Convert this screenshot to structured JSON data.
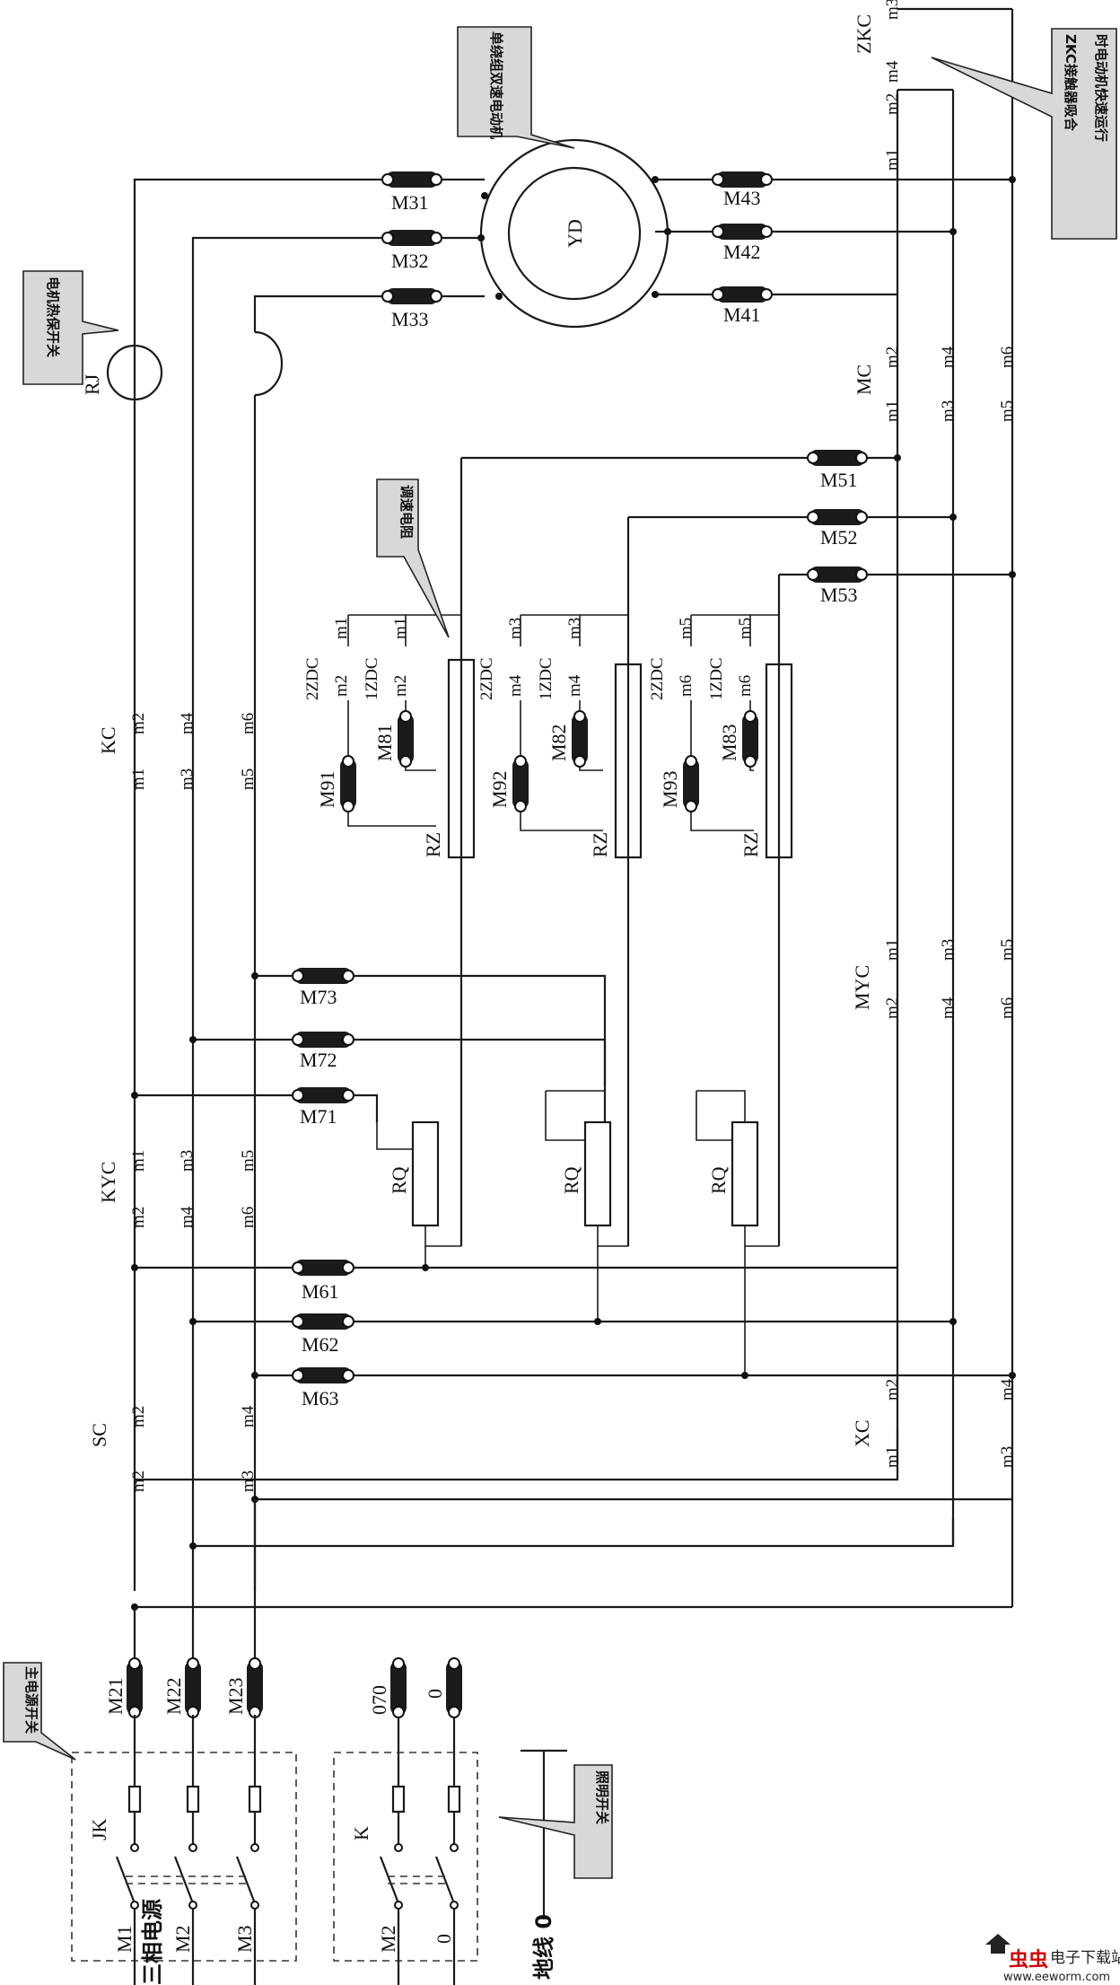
{
  "motor": {
    "label": "YD"
  },
  "callouts": {
    "motor": "单绕组双速电动机",
    "thermal": "电机热保开关",
    "resistor": "调速电阻",
    "zkc": "ZKC接触器吸合时电动机快速运行",
    "main_switch": "主电源开关",
    "light_switch": "照明开关"
  },
  "motor_connectors": [
    "M31",
    "M32",
    "M33",
    "M43",
    "M42",
    "M41"
  ],
  "rj": "RJ",
  "contactors": {
    "kc": "KC",
    "kyc": "KYC",
    "sc": "SC",
    "mc": "MC",
    "myc": "MYC",
    "xc": "XC",
    "zkc": "ZKC",
    "zdc2": "2ZDC",
    "zdc1": "1ZDC"
  },
  "pins": {
    "m1": "m1",
    "m2": "m2",
    "m3": "m3",
    "m4": "m4",
    "m5": "m5",
    "m6": "m6"
  },
  "connectors": {
    "m51": "M51",
    "m52": "M52",
    "m53": "M53",
    "m61": "M61",
    "m62": "M62",
    "m63": "M63",
    "m71": "M71",
    "m72": "M72",
    "m73": "M73",
    "m81": "M81",
    "m82": "M82",
    "m83": "M83",
    "m91": "M91",
    "m92": "M92",
    "m93": "M93",
    "m21": "M21",
    "m22": "M22",
    "m23": "M23",
    "c070": "070",
    "c0": "0"
  },
  "components": {
    "rz": "RZ",
    "rq": "RQ",
    "jk": "JK",
    "k": "K"
  },
  "supply": {
    "m1": "M1",
    "m2": "M2",
    "m3": "M3",
    "zero": "0",
    "ground": "地线 0",
    "three_phase": "三相电源"
  },
  "watermark": {
    "brand": "虫虫",
    "site_name": "电子下载站",
    "url": "www.eeworm.com"
  }
}
